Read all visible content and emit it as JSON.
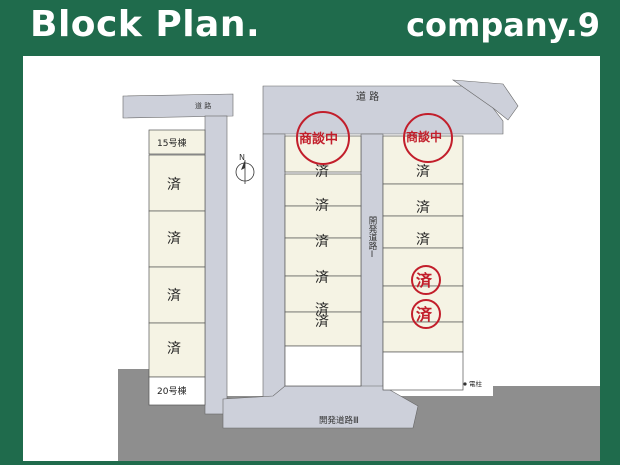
{
  "header": {
    "title": "Block Plan.",
    "company": "company.9"
  },
  "colors": {
    "header_bg": "#1f6b4c",
    "road": "#cdd0da",
    "outer_area": "#8e8e8e",
    "lot_fill": "#f5f3e4",
    "sold_stamp": "#c21e2b"
  },
  "labels": {
    "north": "N",
    "road_top": "道 路",
    "road_left": "道 路",
    "dev_road_1": "開発道路Ⅰ",
    "dev_road_3": "開発道路Ⅲ",
    "telephone_pole": "電柱",
    "lot_15": "15号棟",
    "lot_20": "20号棟",
    "sold": "済",
    "negotiating": "商談中"
  }
}
